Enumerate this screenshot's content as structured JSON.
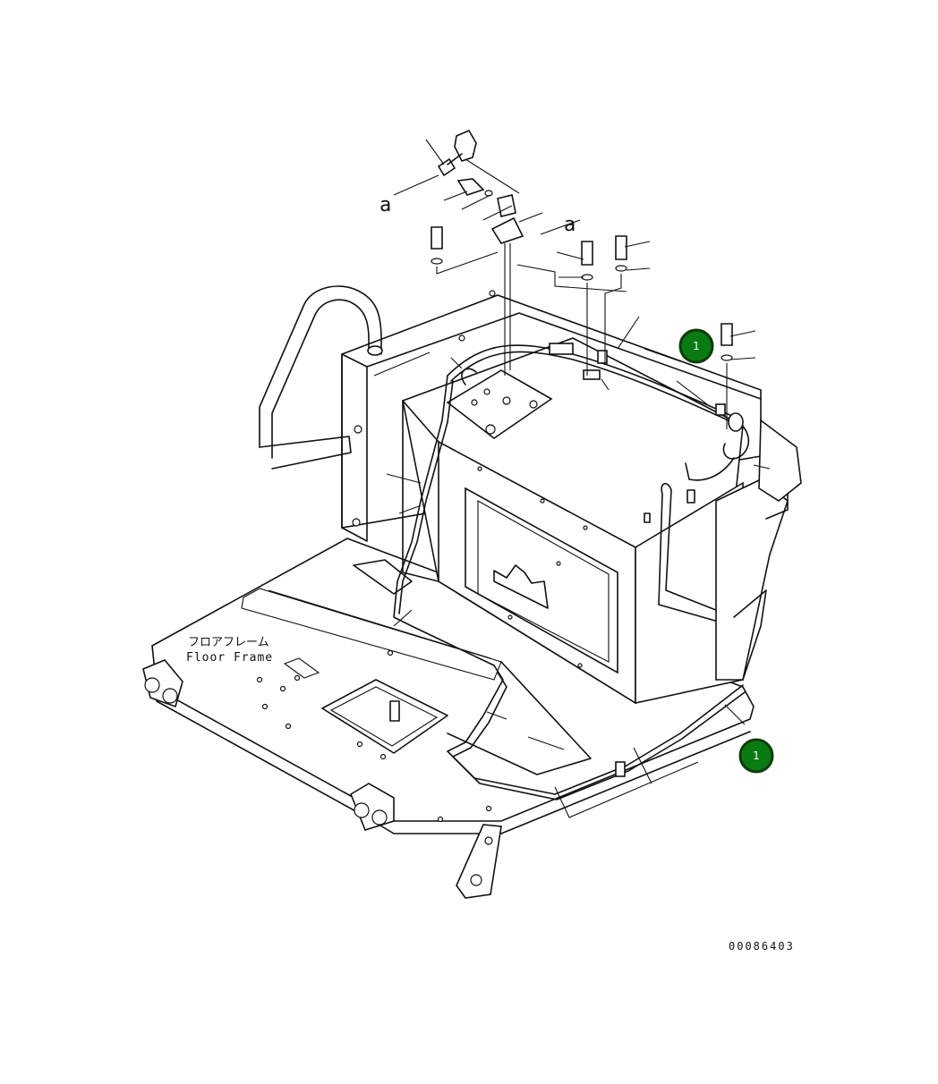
{
  "diagram": {
    "label_jp": "フロアフレーム",
    "label_en": "Floor Frame",
    "view_mark_1": "a",
    "view_mark_2": "a",
    "drawing_number": "00086403",
    "markers": [
      {
        "id": "marker-1-top",
        "text": "1"
      },
      {
        "id": "marker-1-bottom",
        "text": "1"
      }
    ],
    "colors": {
      "marker_fill": "#0a7a12",
      "line": "#111111",
      "background": "#ffffff"
    }
  }
}
